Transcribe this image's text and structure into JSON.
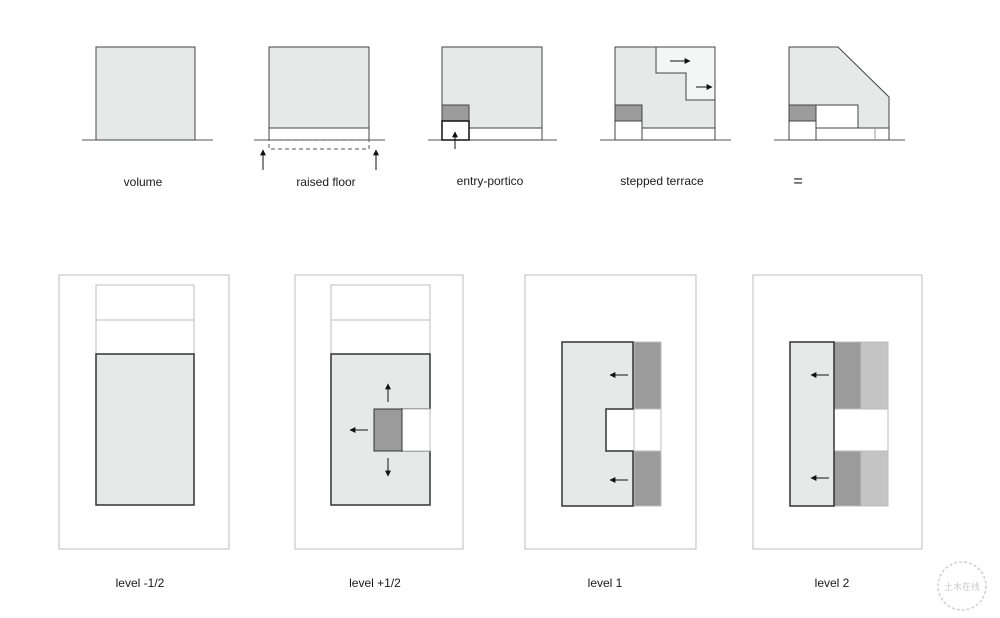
{
  "top_row": {
    "labels": [
      "volume",
      "raised floor",
      "entry-portico",
      "stepped terrace"
    ],
    "equals": "="
  },
  "bottom_row": {
    "labels": [
      "level -1/2",
      "level +1/2",
      "level 1",
      "level 2"
    ]
  },
  "colors": {
    "fill_light": "#e7e9e9",
    "fill_lighter": "#f1f2f2",
    "fill_dark": "#9b9b9b",
    "fill_mid": "#c4c4c4",
    "stroke_dark": "#444444",
    "stroke_light": "#bdbdbd"
  },
  "watermark": "土木在线"
}
